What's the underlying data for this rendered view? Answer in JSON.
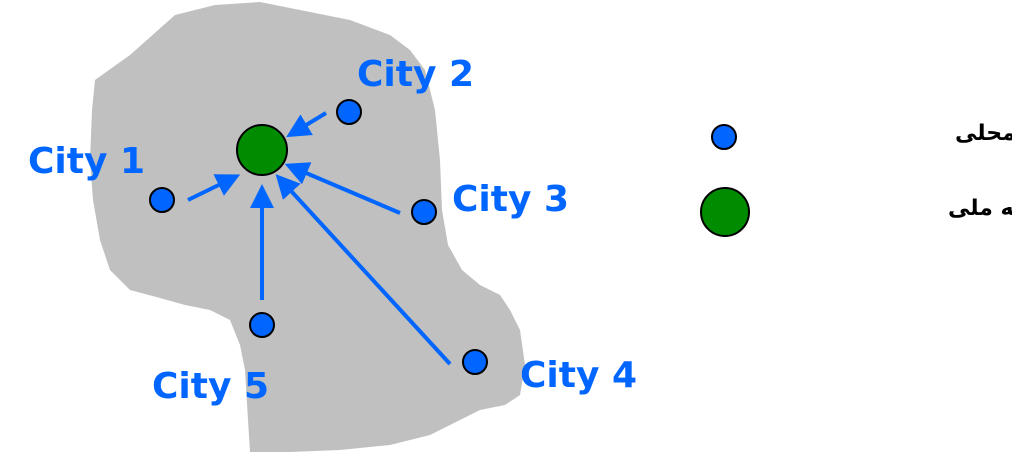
{
  "diagram": {
    "title": "",
    "colors": {
      "region_fill": "#c0c0c0",
      "local_station": "#0066ff",
      "national_station": "#008c00",
      "arrow": "#0066ff",
      "label": "#0066ff",
      "outline": "#000000"
    },
    "national_station": {
      "id": "national",
      "label": ""
    },
    "cities": [
      {
        "id": "city1",
        "label": "City 1"
      },
      {
        "id": "city2",
        "label": "City 2"
      },
      {
        "id": "city3",
        "label": "City 3"
      },
      {
        "id": "city4",
        "label": "City 4"
      },
      {
        "id": "city5",
        "label": "City 5"
      }
    ],
    "edges": [
      {
        "from": "city1",
        "to": "national"
      },
      {
        "from": "city2",
        "to": "national"
      },
      {
        "from": "city3",
        "to": "national"
      },
      {
        "from": "city4",
        "to": "national"
      },
      {
        "from": "city5",
        "to": "national"
      }
    ],
    "legend": [
      {
        "symbol": "local-station",
        "label": "رصدخانه محلی"
      },
      {
        "symbol": "national-station",
        "label": "رصدخانه ملی"
      }
    ]
  }
}
